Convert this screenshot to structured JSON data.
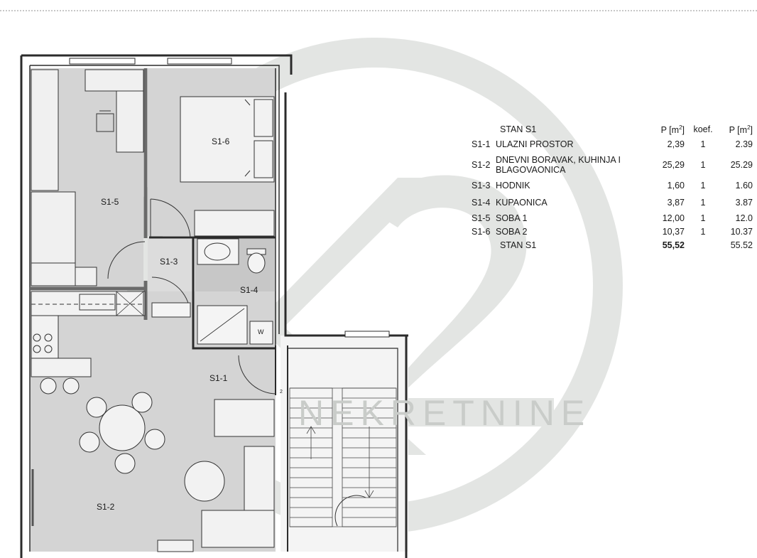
{
  "watermark": {
    "logo_text": "K2",
    "text": "NEKRETNINE"
  },
  "rooms": {
    "s1_1": "S1-1",
    "s1_2": "S1-2",
    "s1_3": "S1-3",
    "s1_4": "S1-4",
    "s1_5": "S1-5",
    "s1_6": "S1-6",
    "washer": "W",
    "stair_number": "2"
  },
  "table": {
    "header": {
      "title": "STAN S1",
      "col_area": "P [m",
      "col_koef": "koef.",
      "col_total": "P [m",
      "sup": "2",
      "bracket": "]"
    },
    "rows": [
      {
        "code": "S1-1",
        "name": "ULAZNI PROSTOR",
        "area": "2,39",
        "koef": "1",
        "total": "2.39"
      },
      {
        "code": "S1-2",
        "name": "DNEVNI BORAVAK, KUHINJA I BLAGOVAONICA",
        "area": "25,29",
        "koef": "1",
        "total": "25.29"
      },
      {
        "code": "S1-3",
        "name": "HODNIK",
        "area": "1,60",
        "koef": "1",
        "total": "1.60"
      },
      {
        "code": "S1-4",
        "name": "KUPAONICA",
        "area": "3,87",
        "koef": "1",
        "total": "3.87"
      },
      {
        "code": "S1-5",
        "name": "SOBA 1",
        "area": "12,00",
        "koef": "1",
        "total": "12.0"
      },
      {
        "code": "S1-6",
        "name": "SOBA 2",
        "area": "10,37",
        "koef": "1",
        "total": "10.37"
      }
    ],
    "total": {
      "name": "STAN S1",
      "area": "55,52",
      "total": "55.52"
    }
  }
}
